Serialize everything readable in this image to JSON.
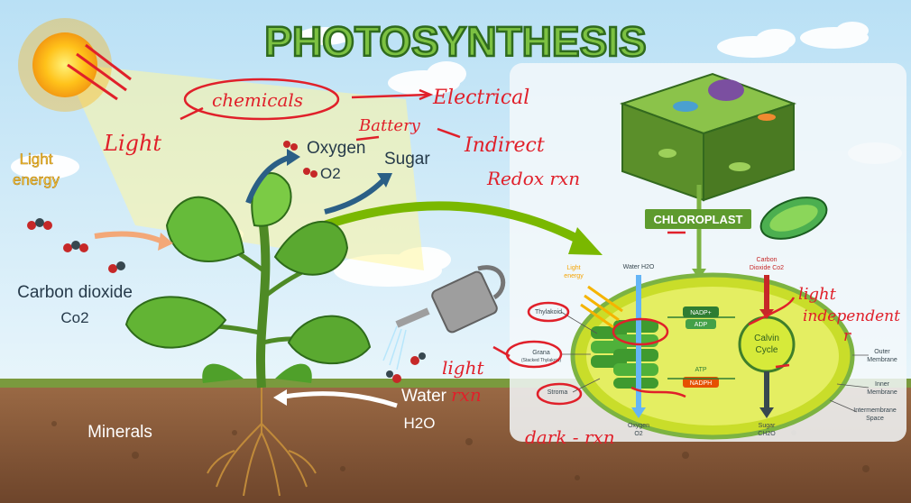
{
  "title": "PHOTOSYNTHESIS",
  "colors": {
    "title_green": "#7cc142",
    "title_outline": "#2f6b1e",
    "sky_top": "#bfe3f7",
    "sky_bottom": "#e3f3fb",
    "soil": "#8a5a3b",
    "soil_top": "#6d8f3a",
    "leaf": "#5fb336",
    "chloroplast": "#cfe23a",
    "annotation_red": "#e0202a"
  },
  "labels": {
    "light_energy": [
      "Light",
      "energy"
    ],
    "oxygen": "Oxygen",
    "o2": "O2",
    "sugar": "Sugar",
    "carbon_dioxide": "Carbon dioxide",
    "co2": "Co2",
    "water": "Water",
    "h2o": "H2O",
    "minerals": "Minerals"
  },
  "chloroplast_panel": {
    "chloroplast_label": "CHLOROPLAST",
    "light_energy": [
      "Light",
      "energy"
    ],
    "water_h2o": "Water H2O",
    "carbon_dioxide": [
      "Carbon",
      "Dioxide Co2"
    ],
    "nadp": "NADP+",
    "adp": "ADP",
    "atp": "ATP",
    "nadph": "NADPH",
    "calvin_cycle": [
      "Calvin",
      "Cycle"
    ],
    "thylakoid": "Thylakoid",
    "grana": [
      "Grana",
      "(Stacked Thylakoid)"
    ],
    "stroma": "Stroma",
    "oxygen_o2": [
      "Oxygen",
      "O2"
    ],
    "sugar_ch2o": [
      "Sugar",
      "CH2O"
    ],
    "outer_membrane": [
      "Outer",
      "Membrane"
    ],
    "inner_membrane": [
      "Inner",
      "Membrane"
    ],
    "intermembrane_space": [
      "Intermembrane",
      "Space"
    ]
  },
  "annotations": {
    "light": "Light",
    "chemicals": "chemicals",
    "electrical": "Electrical",
    "battery": "Battery",
    "indirect": "Indirect",
    "redox": "Redox rxn",
    "light_rxn": [
      "light",
      "rxn"
    ],
    "dark_rxn": "dark - rxn",
    "light_independent": [
      "light",
      "independent",
      "r"
    ]
  }
}
